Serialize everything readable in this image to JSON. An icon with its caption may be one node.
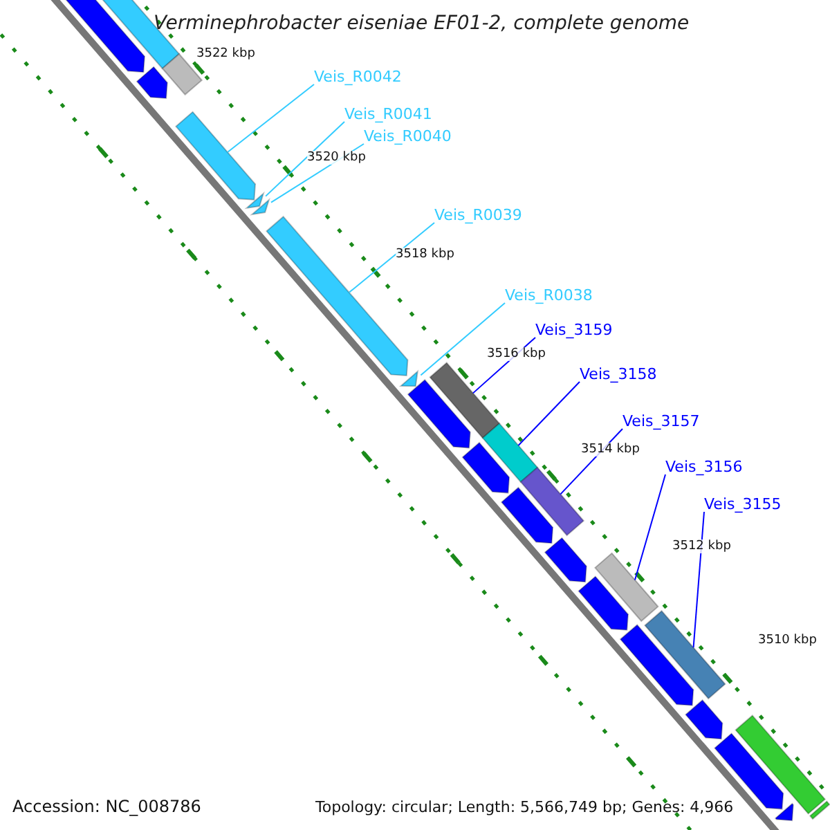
{
  "diagram": {
    "title": "Verminephrobacter eiseniae EF01-2, complete genome",
    "nodes": [
      {
        "text": [
          "Veis_R0042"
        ]
      },
      {
        "text": [
          "Veis_R0041"
        ]
      },
      {
        "text": [
          "Veis_R0040"
        ]
      },
      {
        "text": [
          "Veis_R0039"
        ]
      },
      {
        "text": [
          "Veis_R0038"
        ]
      },
      {
        "text": [
          "Veis_3159"
        ]
      },
      {
        "text": [
          "Veis_3158"
        ]
      },
      {
        "text": [
          "Veis_3157"
        ]
      },
      {
        "text": [
          "Veis_3156"
        ]
      },
      {
        "text": [
          "Veis_3155"
        ]
      },
      {
        "text": [],
        "shape": "arrow"
      },
      {
        "text": [],
        "shape": "bar"
      },
      {
        "text": [],
        "shape": "arrow"
      },
      {
        "text": [],
        "shape": "bar"
      },
      {
        "text": [],
        "shape": "arrow"
      },
      {
        "text": [],
        "shape": "arrow"
      },
      {
        "text": [],
        "shape": "arrow"
      },
      {
        "text": [],
        "shape": "arrow"
      },
      {
        "text": [],
        "shape": "arrow"
      },
      {
        "text": [],
        "shape": "arrow"
      },
      {
        "text": [],
        "shape": "bar"
      },
      {
        "text": [],
        "shape": "bar"
      },
      {
        "text": [],
        "shape": "arrow"
      },
      {
        "text": [],
        "shape": "bar"
      },
      {
        "text": [],
        "shape": "arrow"
      },
      {
        "text": [],
        "shape": "arrow"
      },
      {
        "text": [],
        "shape": "bar"
      },
      {
        "text": [],
        "shape": "arrow"
      },
      {
        "text": [],
        "shape": "arrow"
      },
      {
        "text": [],
        "shape": "bar"
      },
      {
        "text": [],
        "shape": "arrow"
      },
      {
        "text": [],
        "shape": "arrow"
      },
      {
        "text": [],
        "shape": "bar"
      },
      {
        "text": [],
        "shape": "arrow"
      },
      {
        "text": [],
        "shape": "bar"
      }
    ],
    "edges": [
      {
        "from": 0,
        "to": 14,
        "arrow": "none"
      },
      {
        "from": 1,
        "to": 15,
        "arrow": "none"
      },
      {
        "from": 2,
        "to": 16,
        "arrow": "none"
      },
      {
        "from": 3,
        "to": 17,
        "arrow": "none"
      },
      {
        "from": 4,
        "to": 18,
        "arrow": "none"
      },
      {
        "from": 5,
        "to": 20,
        "arrow": "none",
        "color": "#0000ff"
      },
      {
        "from": 6,
        "to": 21,
        "arrow": "none",
        "color": "#0000ff"
      },
      {
        "from": 7,
        "to": 23,
        "arrow": "none",
        "color": "#0000ff"
      },
      {
        "from": 8,
        "to": 26,
        "arrow": "none",
        "color": "#0000ff"
      },
      {
        "from": 9,
        "to": 29,
        "arrow": "none",
        "color": "#0000ff"
      }
    ],
    "labels": [
      "3522 kbp",
      "3520 kbp",
      "3518 kbp",
      "3516 kbp",
      "3514 kbp",
      "3512 kbp",
      "3510 kbp",
      "Accession: NC_008786",
      "Topology: circular; Length: 5,566,749 bp; Genes: 4,966"
    ]
  }
}
